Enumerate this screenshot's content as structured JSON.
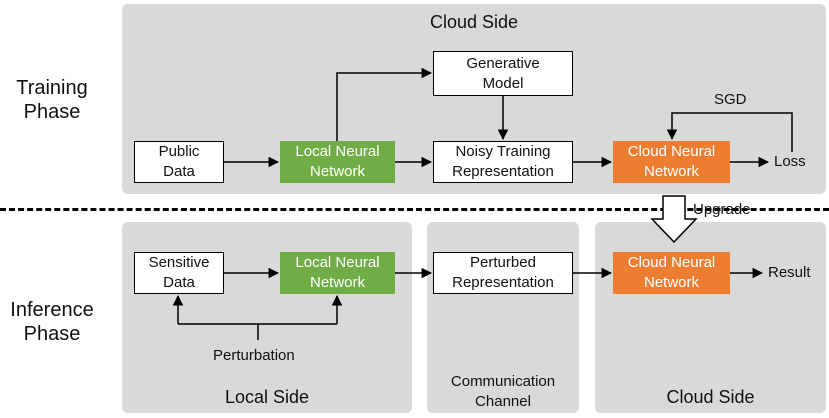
{
  "phases": {
    "training": "Training\nPhase",
    "inference": "Inference\nPhase"
  },
  "panels": {
    "training_cloud_title": "Cloud Side",
    "inference_local_title": "Local Side",
    "inference_channel_title": "Communication\nChannel",
    "inference_cloud_title": "Cloud Side"
  },
  "training_nodes": {
    "public_data": "Public\nData",
    "local_nn": "Local Neural\nNetwork",
    "generative_model": "Generative\nModel",
    "noisy_training_rep": "Noisy Training\nRepresentation",
    "cloud_nn": "Cloud Neural\nNetwork",
    "loss": "Loss",
    "sgd": "SGD"
  },
  "inference_nodes": {
    "sensitive_data": "Sensitive\nData",
    "local_nn": "Local Neural\nNetwork",
    "perturbed_rep": "Perturbed\nRepresentation",
    "cloud_nn": "Cloud Neural\nNetwork",
    "result": "Result",
    "perturbation": "Perturbation"
  },
  "upgrade_label": "Upgrade",
  "colors": {
    "panel_gray": "#d9d9d9",
    "local_network_green": "#70ad47",
    "cloud_network_orange": "#ed7d31",
    "line_black": "#000000"
  }
}
